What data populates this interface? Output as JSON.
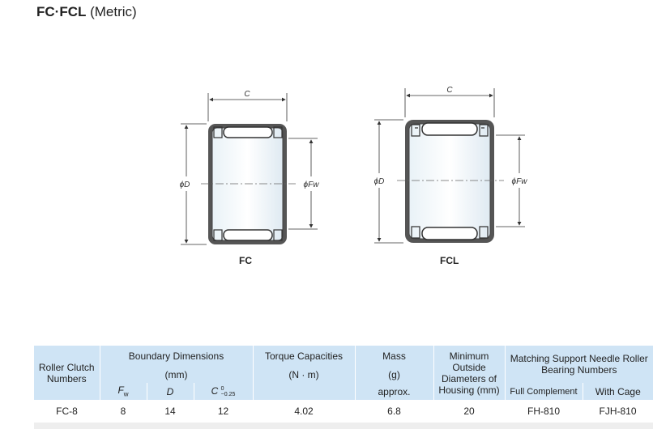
{
  "title": {
    "bold": "FC·FCL",
    "normal": "(Metric)"
  },
  "diagram_fc": {
    "caption": "FC",
    "dim_c": "C",
    "dim_d": "ϕD",
    "dim_fw": "ϕFw"
  },
  "diagram_fcl": {
    "caption": "FCL",
    "dim_c": "C",
    "dim_d": "ϕD",
    "dim_fw": "ϕFw"
  },
  "table": {
    "col_numbers": "Roller Clutch Numbers",
    "col_boundary": "Boundary Dimensions",
    "col_boundary_unit": "(mm)",
    "col_fw": "F",
    "col_fw_sub": "w",
    "col_d": "D",
    "col_c": "C",
    "col_c_tol_upper": "0",
    "col_c_tol_lower": "−0.25",
    "col_torque": "Torque Capacities",
    "col_torque_unit": "(N · m)",
    "col_mass": "Mass",
    "col_mass_unit": "(g)",
    "col_mass_note": "approx.",
    "col_min_housing": "Minimum Outside Diameters of Housing (mm)",
    "col_matching": "Matching Support Needle Roller Bearing Numbers",
    "col_full_complement": "Full Complement",
    "col_with_cage": "With Cage",
    "rows": [
      {
        "number": "FC-8",
        "fw": "8",
        "d": "14",
        "c": "12",
        "torque": "4.02",
        "mass": "6.8",
        "min_housing": "20",
        "full_complement": "FH-810",
        "with_cage": "FJH-810"
      }
    ]
  }
}
